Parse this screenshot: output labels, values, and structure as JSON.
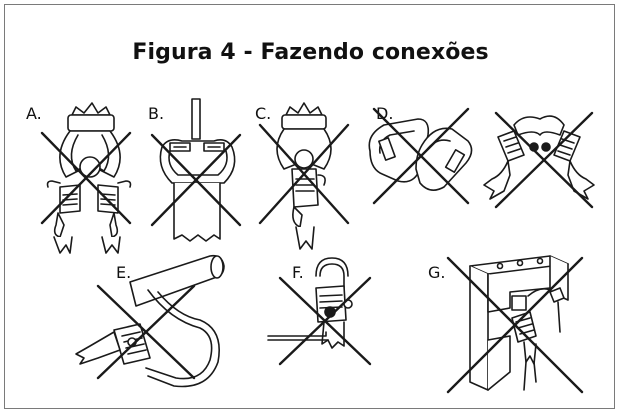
{
  "figure": {
    "title": "Figura 4 - Fazendo conexões"
  },
  "panels": [
    {
      "id": "a",
      "letter": "A."
    },
    {
      "id": "b",
      "letter": "B."
    },
    {
      "id": "c",
      "letter": "C."
    },
    {
      "id": "d",
      "letter": "D."
    },
    {
      "id": "e",
      "letter": "E."
    },
    {
      "id": "f",
      "letter": "F."
    },
    {
      "id": "g",
      "letter": "G."
    }
  ],
  "colors": {
    "stroke": "#1a1a1a",
    "border": "#7a7a7a",
    "background": "#ffffff"
  }
}
